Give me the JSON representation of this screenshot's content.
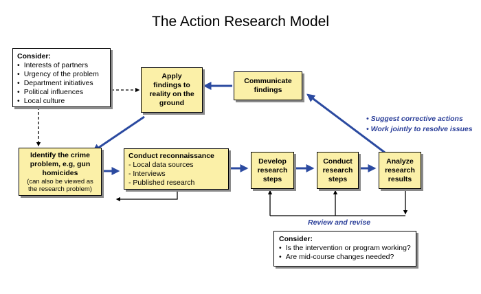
{
  "title": "The Action Research Model",
  "consider_top": {
    "heading": "Consider:",
    "items": [
      "Interests of partners",
      "Urgency of the problem",
      "Department initiatives",
      "Political influences",
      "Local culture"
    ]
  },
  "apply": [
    "Apply",
    "findings to",
    "reality on the",
    "ground"
  ],
  "communicate": [
    "Communicate",
    "findings"
  ],
  "identify": {
    "lines": [
      "Identify the crime",
      "problem, e.g, gun",
      "homicides"
    ],
    "note": [
      "(can also be viewed as",
      "the research problem)"
    ]
  },
  "reconnaissance": {
    "heading": "Conduct reconnaissance",
    "items": [
      "Local data sources",
      "Interviews",
      "Published research"
    ]
  },
  "develop": [
    "Develop",
    "research",
    "steps"
  ],
  "conduct": [
    "Conduct",
    "research",
    "steps"
  ],
  "analyze": [
    "Analyze",
    "research",
    "results"
  ],
  "suggest_notes": [
    "Suggest corrective actions",
    "Work jointly to resolve issues"
  ],
  "review_label": "Review and revise",
  "consider_bottom": {
    "heading": "Consider:",
    "items": [
      "Is the intervention or program working?",
      "Are mid-course changes needed?"
    ]
  },
  "colors": {
    "box_fill": "#fbf0a8",
    "arrow_blue": "#2b4aa0",
    "note_blue": "#2b3f99"
  }
}
